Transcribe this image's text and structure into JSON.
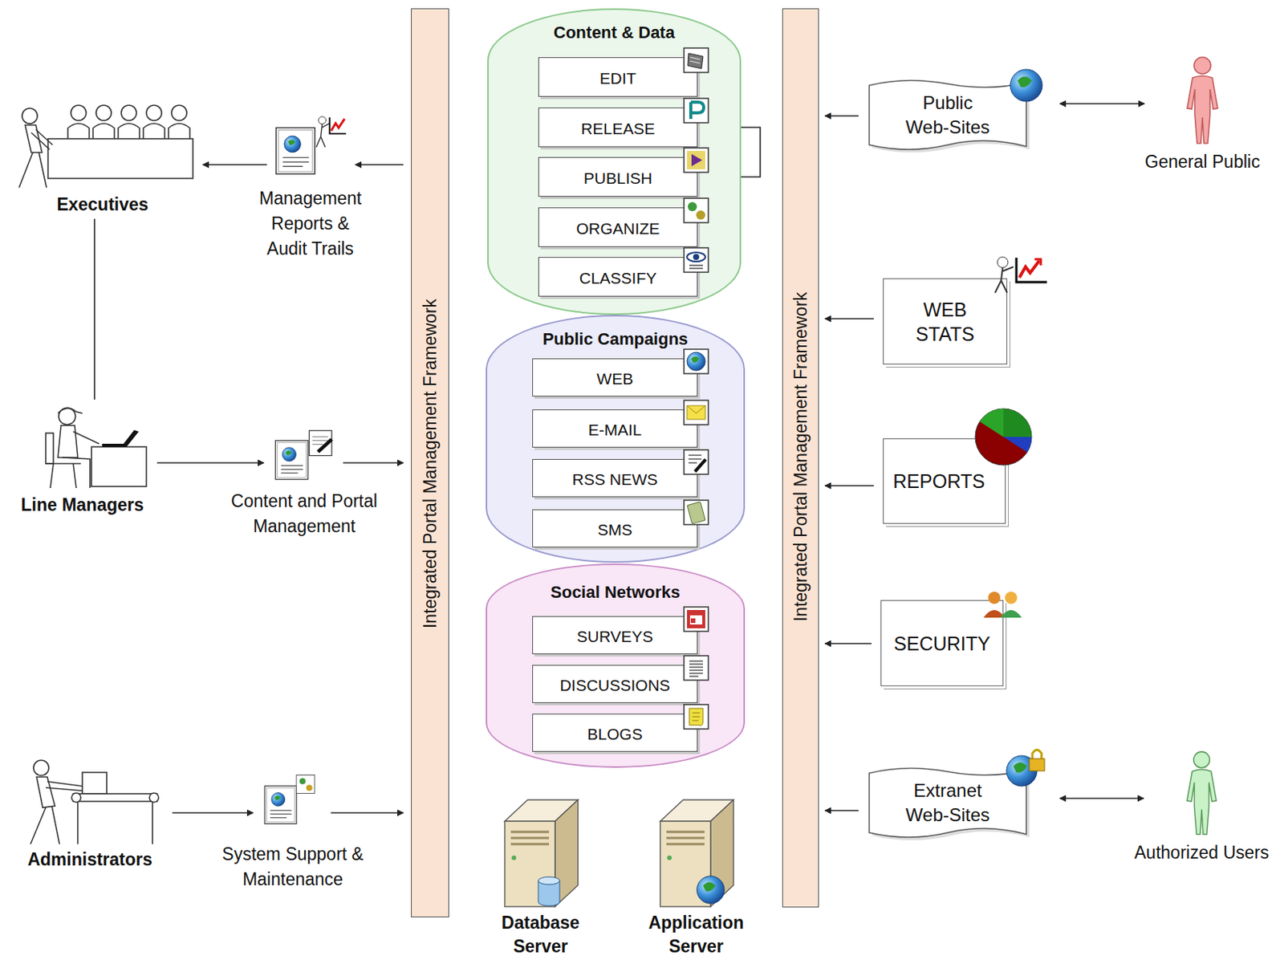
{
  "diagram": {
    "nodes": [
      {
        "text": [
          "Executives"
        ]
      },
      {
        "text": [
          "Management Reports & Audit Trails"
        ]
      },
      {
        "text": [
          "Line Managers"
        ]
      },
      {
        "text": [
          "Content and Portal Management"
        ]
      },
      {
        "text": [
          "Administrators"
        ]
      },
      {
        "text": [
          "System Support & Maintenance"
        ]
      },
      {
        "text": [
          "Integrated Portal Management Framework"
        ]
      },
      {
        "text": [
          "Content & Data"
        ]
      },
      {
        "text": [
          "EDIT"
        ],
        "in": 7
      },
      {
        "text": [
          "RELEASE"
        ],
        "in": 7
      },
      {
        "text": [
          "PUBLISH"
        ],
        "in": 7
      },
      {
        "text": [
          "ORGANIZE"
        ],
        "in": 7
      },
      {
        "text": [
          "CLASSIFY"
        ],
        "in": 7
      },
      {
        "text": [
          "Public Campaigns"
        ]
      },
      {
        "text": [
          "WEB"
        ],
        "in": 13
      },
      {
        "text": [
          "E-MAIL"
        ],
        "in": 13
      },
      {
        "text": [
          "RSS NEWS"
        ],
        "in": 13
      },
      {
        "text": [
          "SMS"
        ],
        "in": 13
      },
      {
        "text": [
          "Social Networks"
        ]
      },
      {
        "text": [
          "SURVEYS"
        ],
        "in": 18
      },
      {
        "text": [
          "DISCUSSIONS"
        ],
        "in": 18
      },
      {
        "text": [
          "BLOGS"
        ],
        "in": 18
      },
      {
        "text": [
          "Database Server"
        ]
      },
      {
        "text": [
          "Application Server"
        ]
      },
      {
        "text": [
          "Integrated Portal Management Framework"
        ]
      },
      {
        "text": [
          "Public Web-Sites"
        ]
      },
      {
        "text": [
          "General Public"
        ]
      },
      {
        "text": [
          "WEB STATS"
        ]
      },
      {
        "text": [
          "REPORTS"
        ]
      },
      {
        "text": [
          "SECURITY"
        ]
      },
      {
        "text": [
          "Extranet Web-Sites"
        ]
      },
      {
        "text": [
          "Authorized Users"
        ]
      }
    ],
    "edges": [
      {
        "from": 6,
        "to": 1,
        "arrow": "to"
      },
      {
        "from": 1,
        "to": 0,
        "arrow": "to"
      },
      {
        "from": 0,
        "to": 2,
        "arrow": "none"
      },
      {
        "from": 2,
        "to": 3,
        "arrow": "to"
      },
      {
        "from": 3,
        "to": 6,
        "arrow": "to"
      },
      {
        "from": 4,
        "to": 5,
        "arrow": "to"
      },
      {
        "from": 5,
        "to": 6,
        "arrow": "to"
      },
      {
        "from": 9,
        "to": 10,
        "arrow": "none"
      },
      {
        "from": 25,
        "to": 24,
        "arrow": "to"
      },
      {
        "from": 25,
        "to": 26,
        "arrow": "both"
      },
      {
        "from": 27,
        "to": 24,
        "arrow": "to"
      },
      {
        "from": 28,
        "to": 24,
        "arrow": "to"
      },
      {
        "from": 29,
        "to": 24,
        "arrow": "to"
      },
      {
        "from": 30,
        "to": 24,
        "arrow": "to"
      },
      {
        "from": 30,
        "to": 31,
        "arrow": "both"
      }
    ]
  }
}
